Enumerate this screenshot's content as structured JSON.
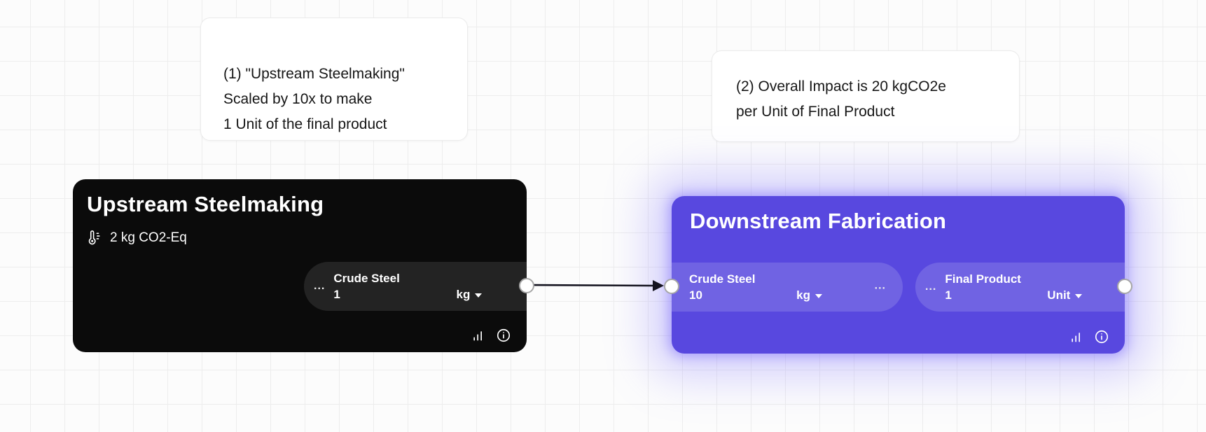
{
  "canvas": {
    "background": "#fcfcfc",
    "grid_color": "#ededed"
  },
  "edge": {
    "color": "#14131f"
  },
  "ui": {
    "menu_ellipsis": "..."
  },
  "annotations": [
    {
      "text": "(1) \"Upstream Steelmaking\"\nScaled by 10x to make\n1 Unit of the final product"
    },
    {
      "text": "(2) Overall Impact is 20 kgCO2e\nper Unit of Final Product"
    }
  ],
  "nodes": {
    "upstream": {
      "title": "Upstream Steelmaking",
      "color": "#0b0b0b",
      "impact": "2 kg CO2-Eq",
      "output": {
        "label": "Crude Steel",
        "value": "1",
        "unit": "kg"
      }
    },
    "downstream": {
      "title": "Downstream Fabrication",
      "color": "#5848df",
      "glow_color": "#9386ff",
      "input": {
        "label": "Crude Steel",
        "value": "10",
        "unit": "kg"
      },
      "output": {
        "label": "Final Product",
        "value": "1",
        "unit": "Unit"
      }
    }
  }
}
